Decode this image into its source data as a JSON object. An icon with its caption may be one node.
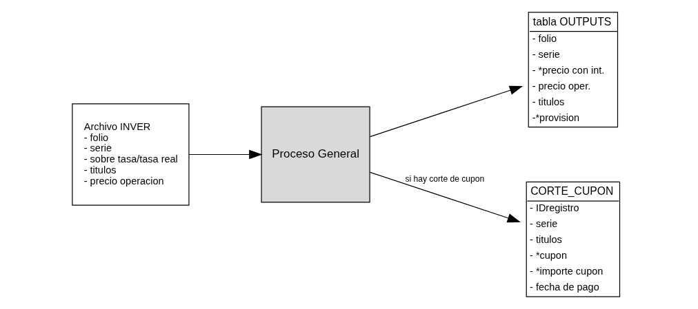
{
  "diagram": {
    "nodes": [
      {
        "text": [
          "Archivo INVER",
          "- folio",
          "- serie",
          "- sobre tasa/tasa real",
          "- titulos",
          "- precio operacion"
        ]
      },
      {
        "text": [
          "Proceso General"
        ]
      },
      {
        "text": [
          "tabla OUTPUTS",
          "- folio",
          "- serie",
          "- *precio con int.",
          "- precio oper.",
          "- titulos",
          "-*provision"
        ]
      },
      {
        "text": [
          "CORTE_CUPON",
          "- IDregistro",
          "- serie",
          "- titulos",
          "- *cupon",
          "- *importe cupon",
          "- fecha de pago"
        ]
      }
    ],
    "edges": [
      {
        "from": 0,
        "to": 1,
        "arrow": "to"
      },
      {
        "from": 1,
        "to": 2,
        "arrow": "to"
      },
      {
        "from": 1,
        "to": 3,
        "arrow": "to",
        "label": "si hay corte de cupon"
      }
    ]
  }
}
